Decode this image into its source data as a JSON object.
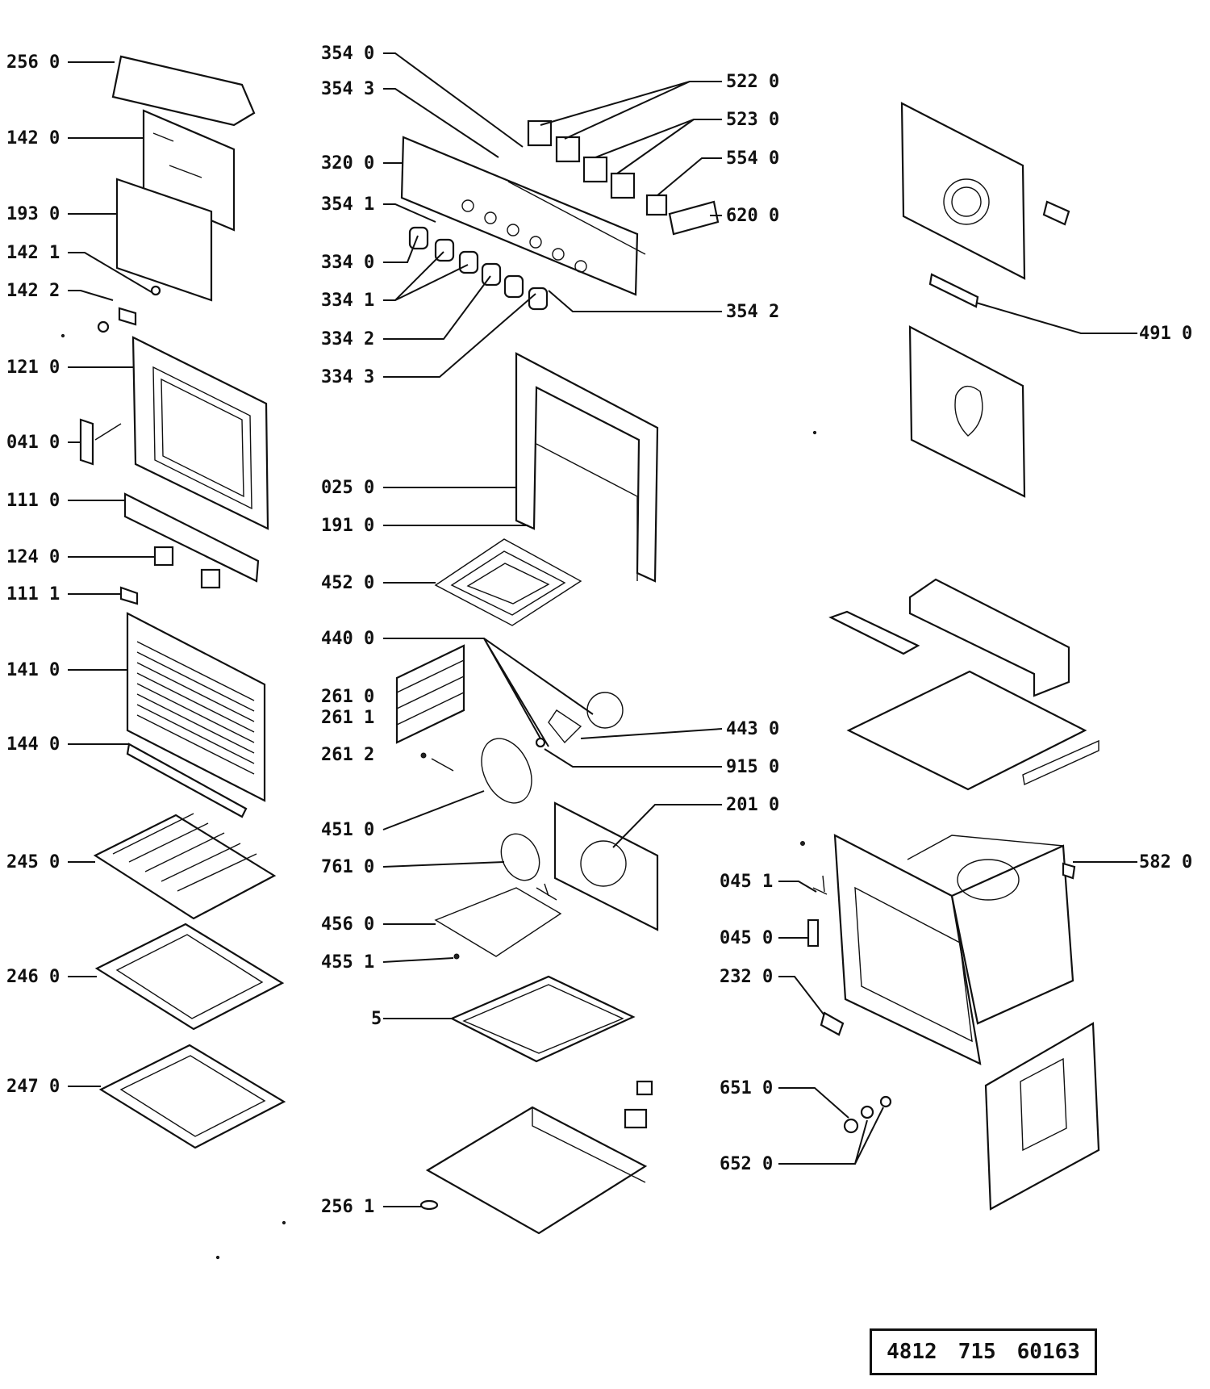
{
  "labels": [
    "256 0",
    "142 0",
    "193 0",
    "142 1",
    "142 2",
    "121 0",
    "041 0",
    "111 0",
    "124 0",
    "111 1",
    "141 0",
    "144 0",
    "245 0",
    "246 0",
    "247 0",
    "354 0",
    "354 3",
    "320 0",
    "354 1",
    "334 0",
    "334 1",
    "334 2",
    "334 3",
    "025 0",
    "191 0",
    "452 0",
    "440 0",
    "261 0",
    "261 1",
    "261 2",
    "451 0",
    "761 0",
    "456 0",
    "455 1",
    "5",
    "256 1",
    "522 0",
    "523 0",
    "554 0",
    "620 0",
    "354 2",
    "443 0",
    "915 0",
    "201 0",
    "045 1",
    "045 0",
    "232 0",
    "651 0",
    "652 0",
    "491 0",
    "582 0"
  ],
  "code_box": [
    "4812",
    "715",
    "60163"
  ]
}
